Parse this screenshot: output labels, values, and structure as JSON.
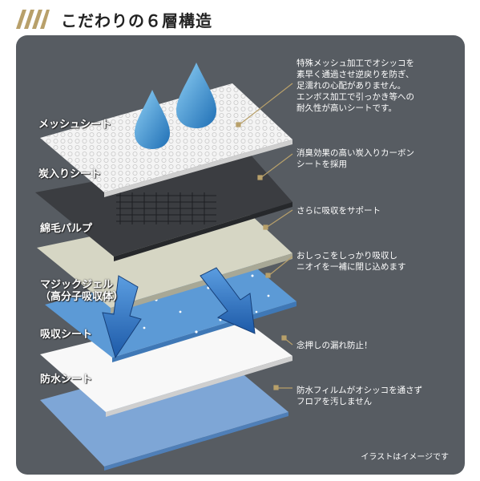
{
  "title": "こだわりの６層構造",
  "layers": [
    {
      "label": "メッシュシート",
      "description": "特殊メッシュ加工でオシッコを\n素早く通過させ逆戻りを防ぎ、\n足濡れの心配がありません。\nエンボス加工で引っかき等への\n耐久性が高いシートです。"
    },
    {
      "label": "炭入りシート",
      "description": "消臭効果の高い炭入りカーボン\nシートを採用"
    },
    {
      "label": "綿毛パルプ",
      "description": "さらに吸収をサポート"
    },
    {
      "label": "マジックジェル\n（高分子吸収体）",
      "description": "おしっこをしっかり吸収し\nニオイを一補に閉じ込めます"
    },
    {
      "label": "吸収シート",
      "description": "念押しの漏れ防止！"
    },
    {
      "label": "防水シート",
      "description": "防水フィルムがオシッコを通さず\nフロアを汚しません"
    }
  ],
  "note": "イラストはイメージです",
  "colors": {
    "panel": "#575c62",
    "accent": "#b8a06a",
    "mesh": "#f4f4f4",
    "charcoal": "#3b3d41",
    "pulp": "#d6d6c4",
    "gel": "#5c9ad6",
    "absorb": "#f8f8f8",
    "waterproof": "#7ea6d6",
    "arrow": "#2f6fc0",
    "droplet": "#3e8fd0"
  }
}
